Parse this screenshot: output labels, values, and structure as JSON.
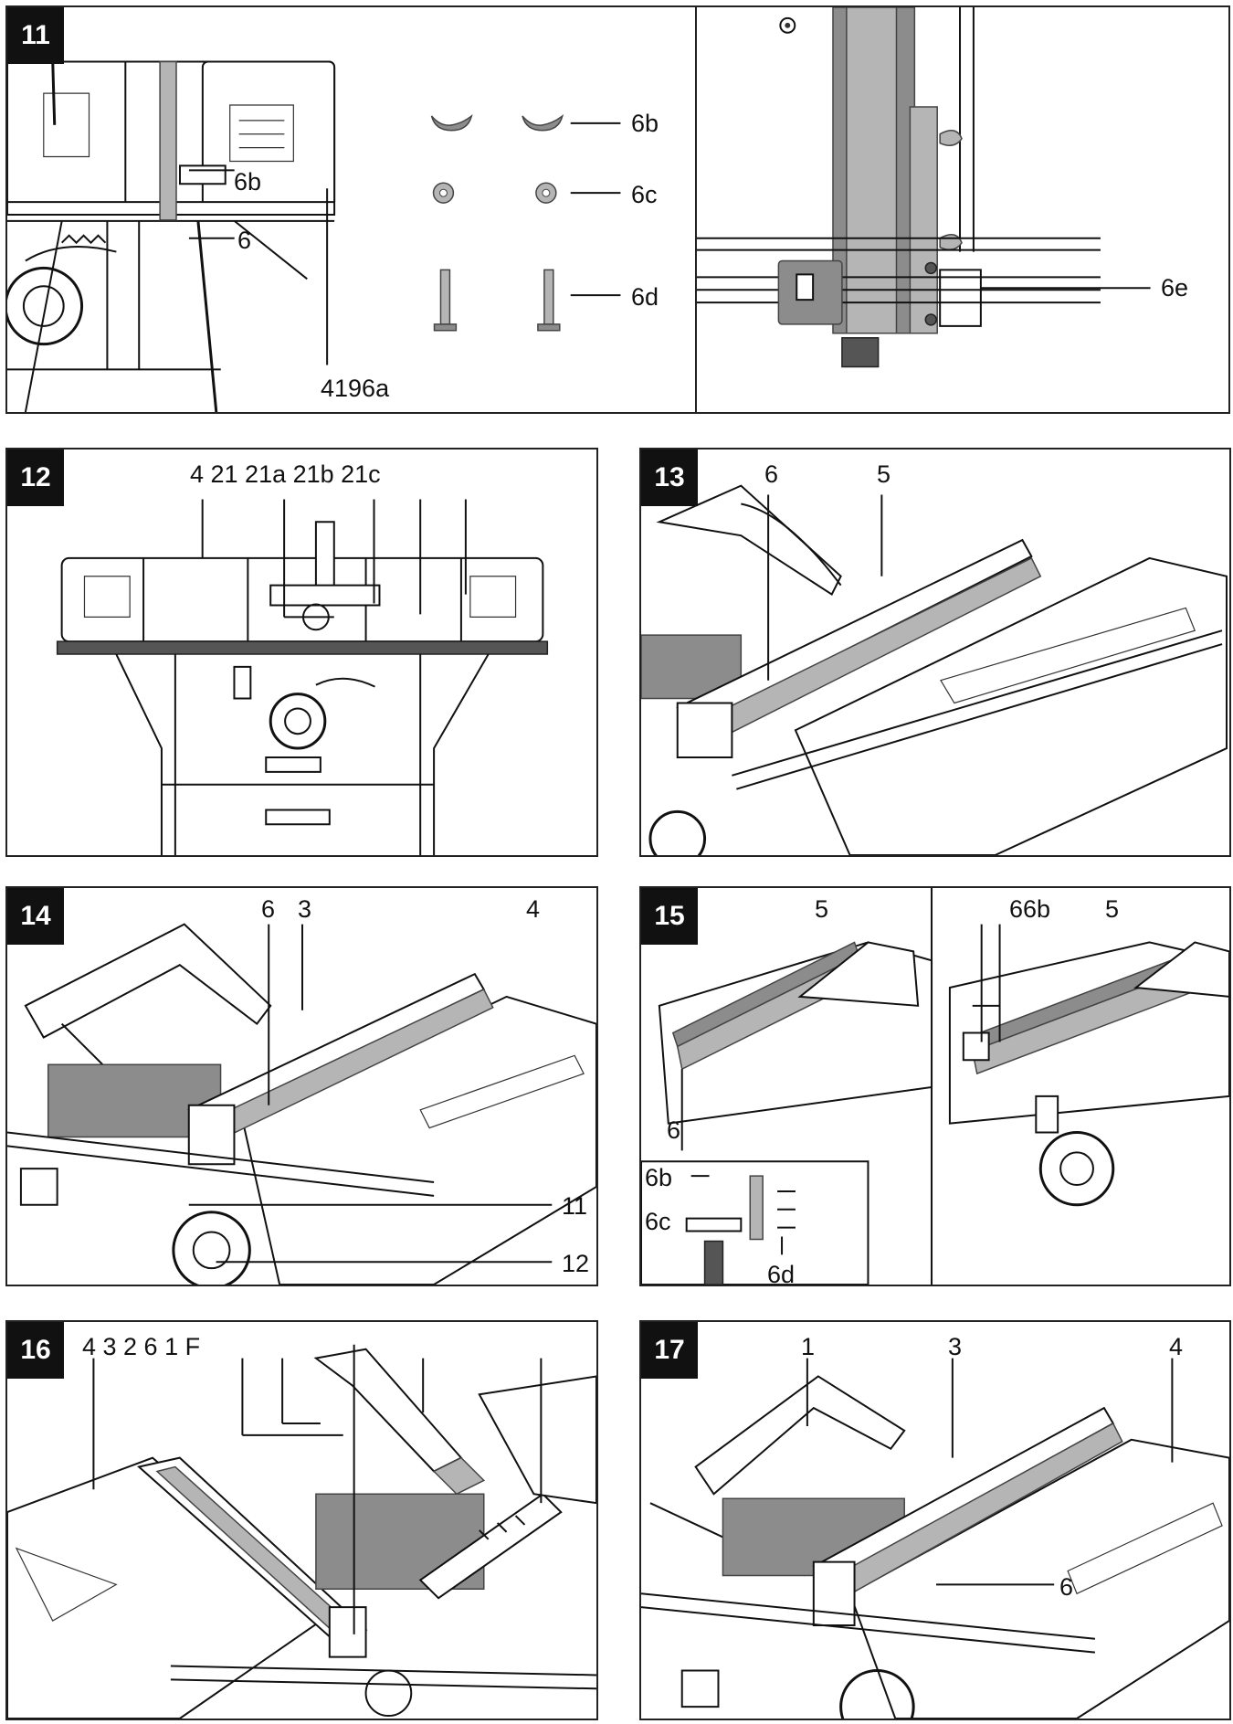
{
  "figures": [
    {
      "number": "11",
      "labels": [
        "6b",
        "6",
        "4196a",
        "6b",
        "6c",
        "6d",
        "6e"
      ]
    },
    {
      "number": "12",
      "labels": [
        "4 21 21a 21b 21c"
      ]
    },
    {
      "number": "13",
      "labels": [
        "6",
        "5"
      ]
    },
    {
      "number": "14",
      "labels": [
        "6",
        "3",
        "4",
        "11",
        "12"
      ]
    },
    {
      "number": "15",
      "labels": [
        "5",
        "6",
        "6b",
        "6c",
        "6d",
        "66b",
        "5"
      ]
    },
    {
      "number": "16",
      "labels": [
        "4 3 2 6 1 F"
      ]
    },
    {
      "number": "17",
      "labels": [
        "1",
        "3",
        "4",
        "6"
      ]
    }
  ]
}
